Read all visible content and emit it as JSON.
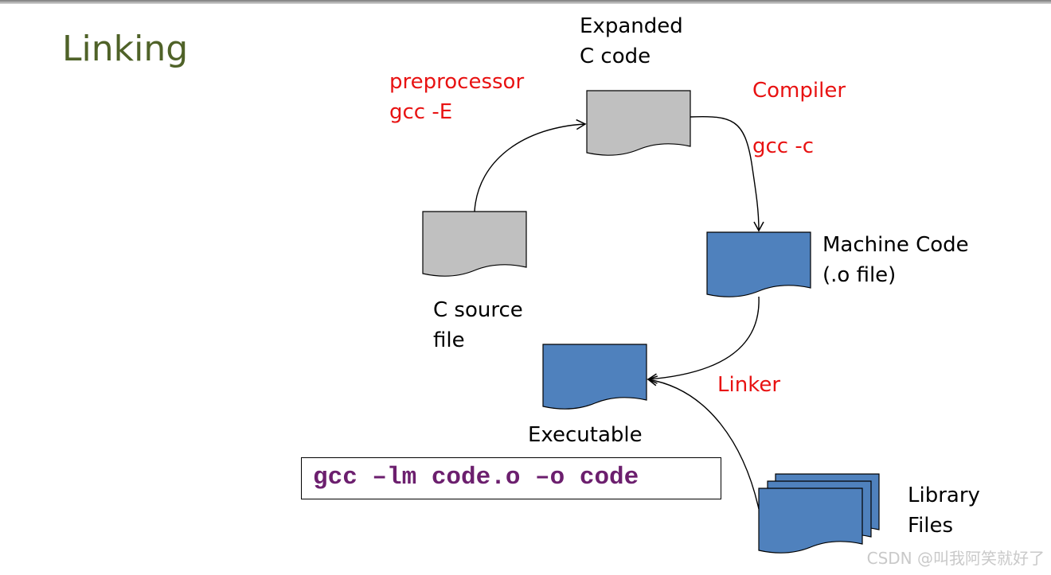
{
  "slide": {
    "title": "Linking"
  },
  "nodes": {
    "expanded": {
      "line1": "Expanded",
      "line2": "C code"
    },
    "source": {
      "line1": "C source",
      "line2": "file"
    },
    "machine": {
      "line1": "Machine Code",
      "line2": "(.o file)"
    },
    "executable": {
      "label": "Executable"
    },
    "library": {
      "line1": "Library",
      "line2": "Files"
    }
  },
  "edges": {
    "preprocessor": {
      "name": "preprocessor",
      "command": "gcc -E"
    },
    "compiler": {
      "name": "Compiler",
      "command": "gcc -c"
    },
    "linker": {
      "name": "Linker"
    }
  },
  "command": {
    "text": "gcc –lm code.o –o code"
  },
  "watermark": "CSDN @叫我阿笑就好了",
  "colors": {
    "title": "#4f6228",
    "edge_label": "#e81212",
    "gray_doc": "#c0c0c0",
    "blue_doc": "#4f81bd",
    "command_text": "#6c1f6e"
  }
}
